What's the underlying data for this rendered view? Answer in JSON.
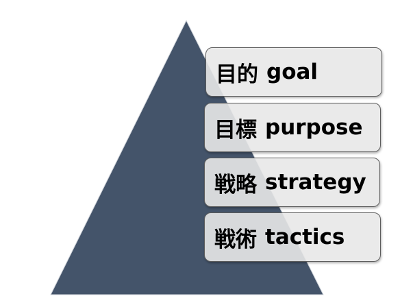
{
  "colors": {
    "pyramid_fill": "#44546a",
    "box_fill": "#e8e8e8",
    "box_border": "#5c5c5c",
    "text": "#000000"
  },
  "levels": [
    {
      "kanji": "目的",
      "label": "goal"
    },
    {
      "kanji": "目標",
      "label": "purpose"
    },
    {
      "kanji": "戦略",
      "label": "strategy"
    },
    {
      "kanji": "戦術",
      "label": "tactics"
    }
  ]
}
